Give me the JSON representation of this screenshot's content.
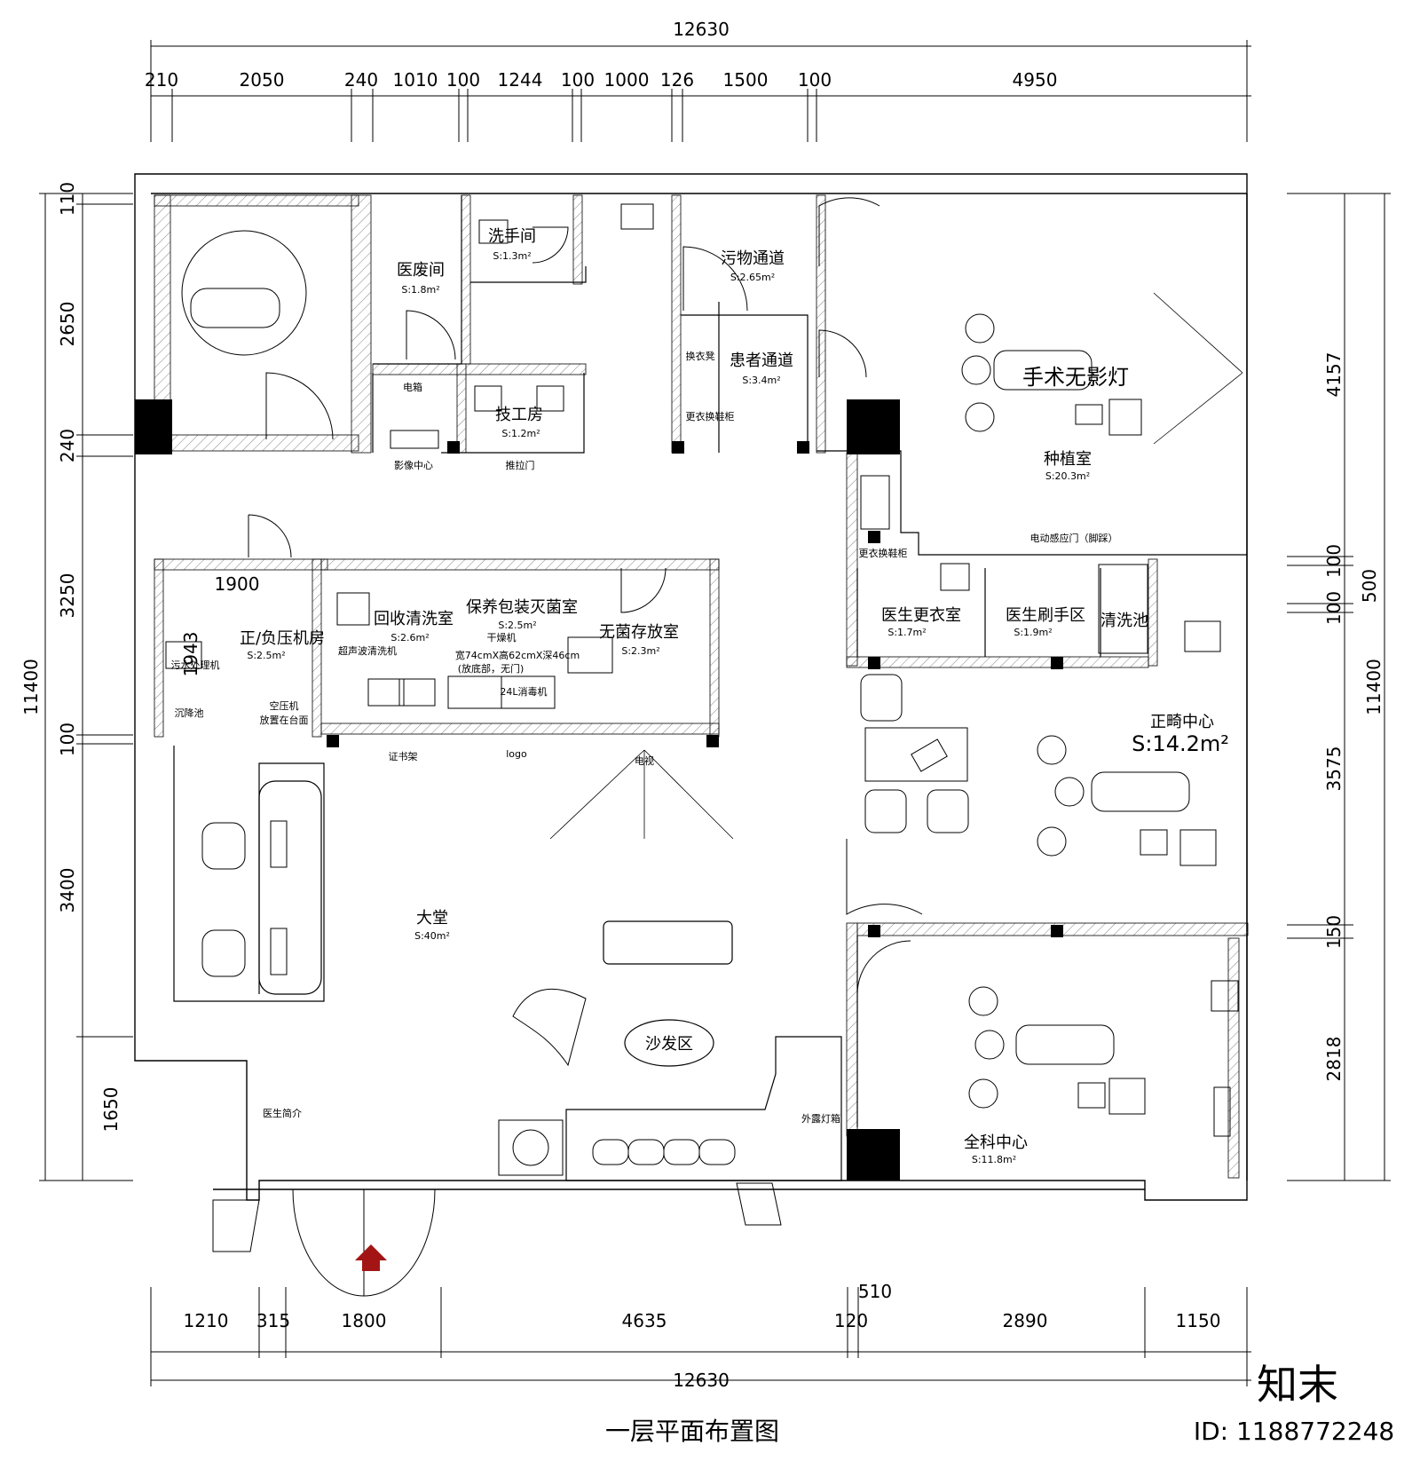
{
  "title": "一层平面布置图",
  "watermark": {
    "brand": "知末",
    "id": "ID: 1188772248"
  },
  "dimensions": {
    "top_total": "12630",
    "top": [
      "210",
      "2050",
      "240",
      "1010",
      "100",
      "1244",
      "100",
      "1000",
      "126",
      "1500",
      "100",
      "4950"
    ],
    "bottom_total": "12630",
    "bottom": [
      "1210",
      "315",
      "1800",
      "4635",
      "120",
      "2890",
      "1150"
    ],
    "bottom_extra": "510",
    "left_total": "11400",
    "left": [
      "110",
      "2650",
      "240",
      "3250",
      "100",
      "3400",
      "1650"
    ],
    "right_total": "11400",
    "right": [
      "4157",
      "100",
      "100",
      "500",
      "3575",
      "150",
      "2818"
    ],
    "inner": [
      "1900",
      "1943"
    ]
  },
  "rooms": {
    "handwash": {
      "name": "洗手间",
      "area": "S:1.3m²"
    },
    "medwaste": {
      "name": "医废间",
      "area": "S:1.8m²"
    },
    "dirty": {
      "name": "污物通道",
      "area": "S:2.65m²"
    },
    "patient": {
      "name": "患者通道",
      "area": "S:3.4m²"
    },
    "tech": {
      "name": "技工房",
      "area": "S:1.2m²"
    },
    "implant": {
      "name": "种植室",
      "area": "S:20.3m²"
    },
    "compressor": {
      "name": "正/负压机房",
      "area": "S:2.5m²"
    },
    "recycle": {
      "name": "回收清洗室",
      "area": "S:2.6m²"
    },
    "sterilize": {
      "name": "保养包装灭菌室",
      "area": "S:2.5m²"
    },
    "sterile": {
      "name": "无菌存放室",
      "area": "S:2.3m²"
    },
    "changing": {
      "name": "医生更衣室",
      "area": "S:1.7m²"
    },
    "scrub": {
      "name": "医生刷手区",
      "area": "S:1.9m²"
    },
    "ortho": {
      "name": "正畸中心",
      "area": "S:14.2m²"
    },
    "lobby": {
      "name": "大堂",
      "area": "S:40m²"
    },
    "general": {
      "name": "全科中心",
      "area": "S:11.8m²"
    }
  },
  "labels": {
    "lamp": "手术无影灯",
    "auto_door": "电动感应门（脚踩）",
    "shoe_cab": "更衣换鞋柜",
    "shoe_cab2": "更衣换鞋柜",
    "stool": "换衣凳",
    "panel": "电箱",
    "imaging": "影像中心",
    "slide_door": "推拉门",
    "sink": "清洗池",
    "sewage": "污水处理机",
    "settle": "沉降池",
    "aircomp": "空压机",
    "aircomp2": "放置在台面",
    "ultra": "超声波清洗机",
    "dryer": "干燥机",
    "size1": "宽74cmX高62cmX深46cm",
    "size2": "(放底部，无门)",
    "disinfect": "24L消毒机",
    "cert": "证书架",
    "logo": "logo",
    "tv": "电视",
    "sofa": "沙发区",
    "lightbox": "外露灯箱",
    "intro": "医生简介"
  }
}
